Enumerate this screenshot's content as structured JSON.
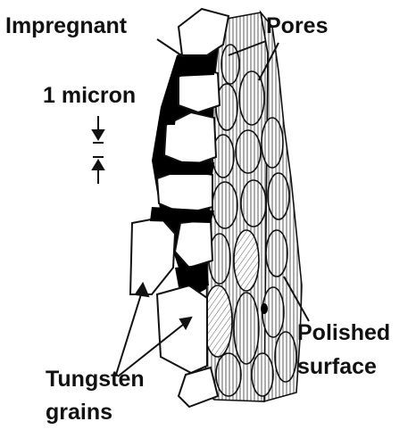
{
  "labels": {
    "impregnant": "Impregnant",
    "pores": "Pores",
    "scale": "1 micron",
    "polished_line1": "Polished",
    "polished_line2": "surface",
    "tungsten_line1": "Tungsten",
    "tungsten_line2": "grains"
  },
  "colors": {
    "ink": "#111111",
    "impregnant_fill": "#000000",
    "background": "#ffffff",
    "hatch_grain_fill": "#f4f4f4"
  }
}
